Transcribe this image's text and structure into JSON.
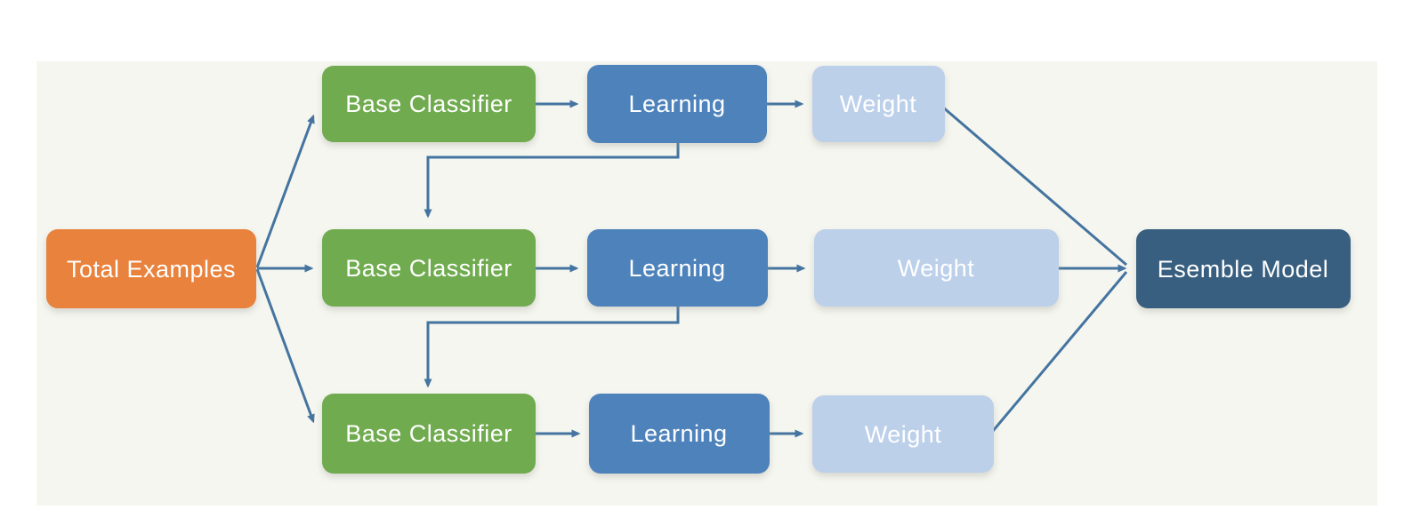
{
  "colors": {
    "background": "#ffffff",
    "panel": "#f5f6f0",
    "orange": "#e8823e",
    "green": "#70ab4f",
    "blue": "#4e82bb",
    "light_blue": "#bdd0ea",
    "dark_blue": "#395f80",
    "arrow": "#44749f",
    "label_text": "#ffffff"
  },
  "nodes": {
    "total_examples": {
      "label": "Total Examples"
    },
    "base_classifier_1": {
      "label": "Base Classifier"
    },
    "learning_1": {
      "label": "Learning"
    },
    "weight_1": {
      "label": "Weight"
    },
    "base_classifier_2": {
      "label": "Base Classifier"
    },
    "learning_2": {
      "label": "Learning"
    },
    "weight_2": {
      "label": "Weight"
    },
    "base_classifier_3": {
      "label": "Base Classifier"
    },
    "learning_3": {
      "label": "Learning"
    },
    "weight_3": {
      "label": "Weight"
    },
    "ensemble_model": {
      "label": "Esemble Model"
    }
  }
}
